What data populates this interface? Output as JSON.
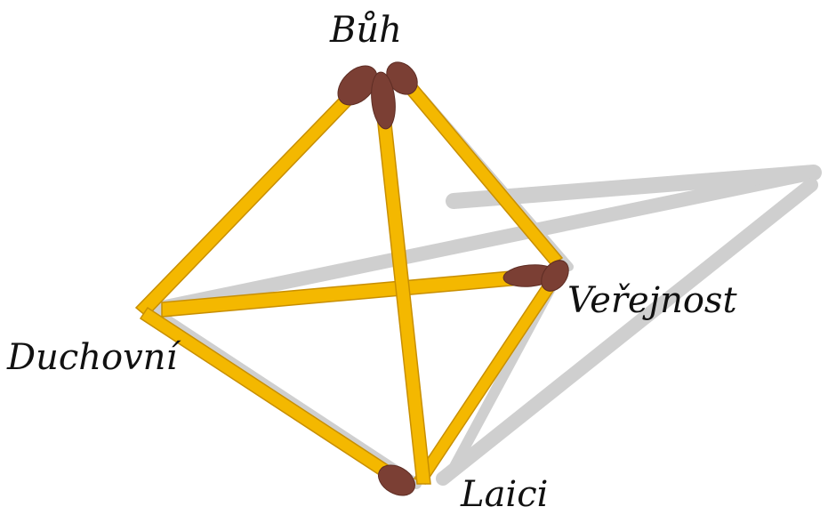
{
  "labels": {
    "top": "Bůh",
    "right": "Veřejnost",
    "left": "Duchovní",
    "bottom": "Laici"
  },
  "colors": {
    "background": "#ffffff",
    "stick": "#f4b800",
    "stick_edge": "#c88f00",
    "match_head": "#7b3f34",
    "match_head_dark": "#5e2d24",
    "shadow": "#cfcfcf",
    "label_text": "#111111"
  }
}
